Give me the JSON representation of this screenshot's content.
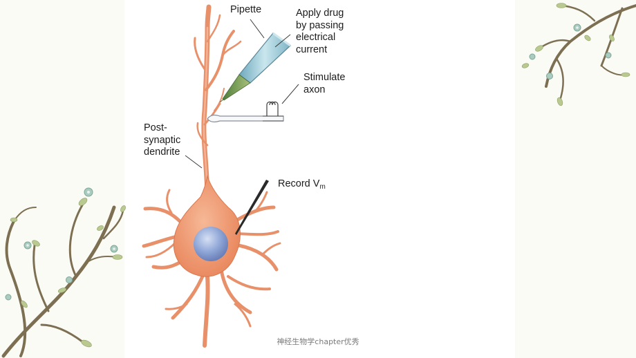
{
  "diagram": {
    "labels": {
      "pipette": "Pipette",
      "apply_drug": "Apply drug\nby passing\nelectrical\ncurrent",
      "stimulate_axon": "Stimulate\naxon",
      "post_synaptic_dendrite": "Post-\nsynaptic\ndendrite",
      "record_vm_main": "Record V",
      "record_vm_sub": "m"
    }
  },
  "footer": {
    "text": "神经生物学chapter优秀"
  },
  "colors": {
    "neuron_fill": "#f0a07a",
    "neuron_stroke": "#d9774f",
    "nucleus": "#8ea5d6",
    "pipette": "#9cc8d6",
    "vine": "#7d6f52",
    "leaf": "#b9c98f"
  }
}
